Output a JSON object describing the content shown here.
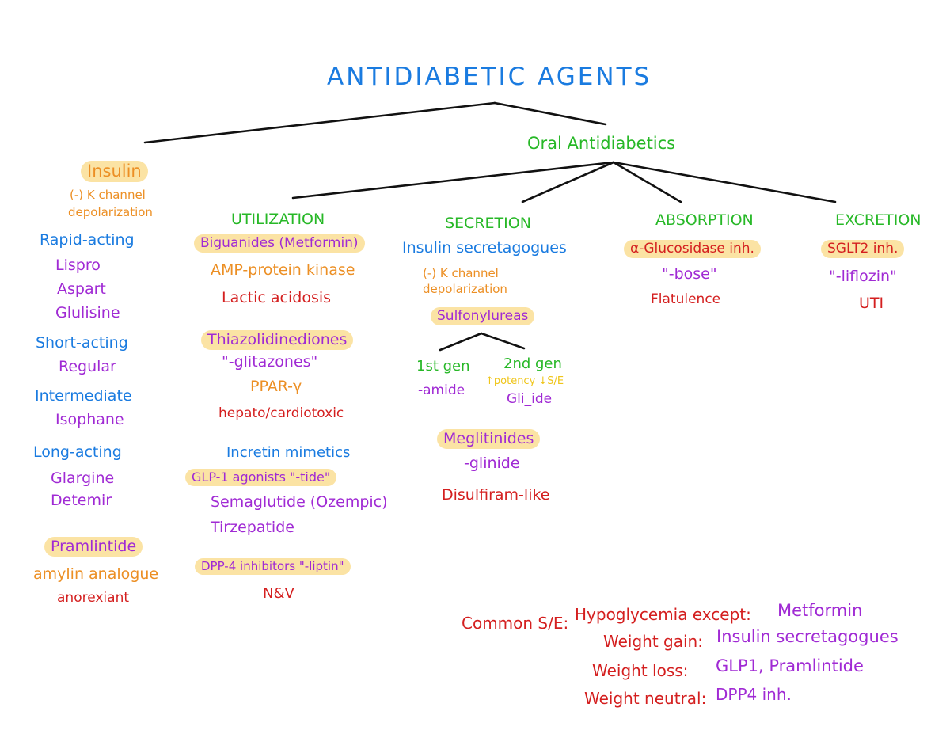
{
  "title": "ANTIDIABETIC AGENTS",
  "oral": "Oral Antidiabetics",
  "insulin": {
    "label": "Insulin",
    "mech_1": "(-) K channel",
    "mech_2": "depolarization",
    "rapid": "Rapid-acting",
    "rapid_items": [
      "Lispro",
      "Aspart",
      "Glulisine"
    ],
    "short": "Short-acting",
    "short_items": [
      "Regular"
    ],
    "intermediate": "Intermediate",
    "intermediate_items": [
      "Isophane"
    ],
    "long": "Long-acting",
    "long_items": [
      "Glargine",
      "Detemir"
    ]
  },
  "pramlintide": {
    "label": "Pramlintide",
    "desc": "amylin analogue",
    "se": "anorexiant"
  },
  "utilization": {
    "header": "UTILIZATION",
    "biguanides": "Biguanides (Metformin)",
    "biguanides_mech": "AMP-protein kinase",
    "biguanides_se": "Lactic acidosis",
    "tzd": "Thiazolidinediones",
    "tzd_suffix": "\"-glitazones\"",
    "tzd_mech": "PPAR-γ",
    "tzd_se": "hepato/cardiotoxic",
    "incretin": "Incretin mimetics",
    "glp1": "GLP-1 agonists \"-tide\"",
    "glp1_items": [
      "Semaglutide (Ozempic)",
      "Tirzepatide"
    ],
    "dpp4": "DPP-4 inhibitors \"-liptin\"",
    "dpp4_se": "N&V"
  },
  "secretion": {
    "header": "SECRETION",
    "secretagogues": "Insulin secretagogues",
    "mech_1": "(-) K channel",
    "mech_2": "depolarization",
    "sulfonylureas": "Sulfonylureas",
    "gen1": "1st gen",
    "gen1_suffix": "-amide",
    "gen2": "2nd gen",
    "gen2_note": "↑potency ↓S/E",
    "gen2_suffix": "Gli_ide",
    "meglitinides": "Meglitinides",
    "meglitinides_suffix": "-glinide",
    "meglitinides_se": "Disulfiram-like"
  },
  "absorption": {
    "header": "ABSORPTION",
    "drug": "α-Glucosidase inh.",
    "suffix": "\"-bose\"",
    "se": "Flatulence"
  },
  "excretion": {
    "header": "EXCRETION",
    "drug": "SGLT2 inh.",
    "suffix": "\"-liflozin\"",
    "se": "UTI"
  },
  "common_se": {
    "label": "Common S/E:",
    "rows": [
      {
        "label": "Hypoglycemia except:",
        "value": "Metformin"
      },
      {
        "label": "Weight gain:",
        "value": "Insulin secretagogues"
      },
      {
        "label": "Weight loss:",
        "value": "GLP1, Pramlintide"
      },
      {
        "label": "Weight neutral:",
        "value": "DPP4 inh."
      }
    ]
  },
  "colors": {
    "category": "#27b827",
    "label": "#1a7be0",
    "mechanism": "#ec8f24",
    "side_effect": "#d41f1f",
    "drug": "#a02ad4",
    "highlight": "#fbe3a4"
  }
}
